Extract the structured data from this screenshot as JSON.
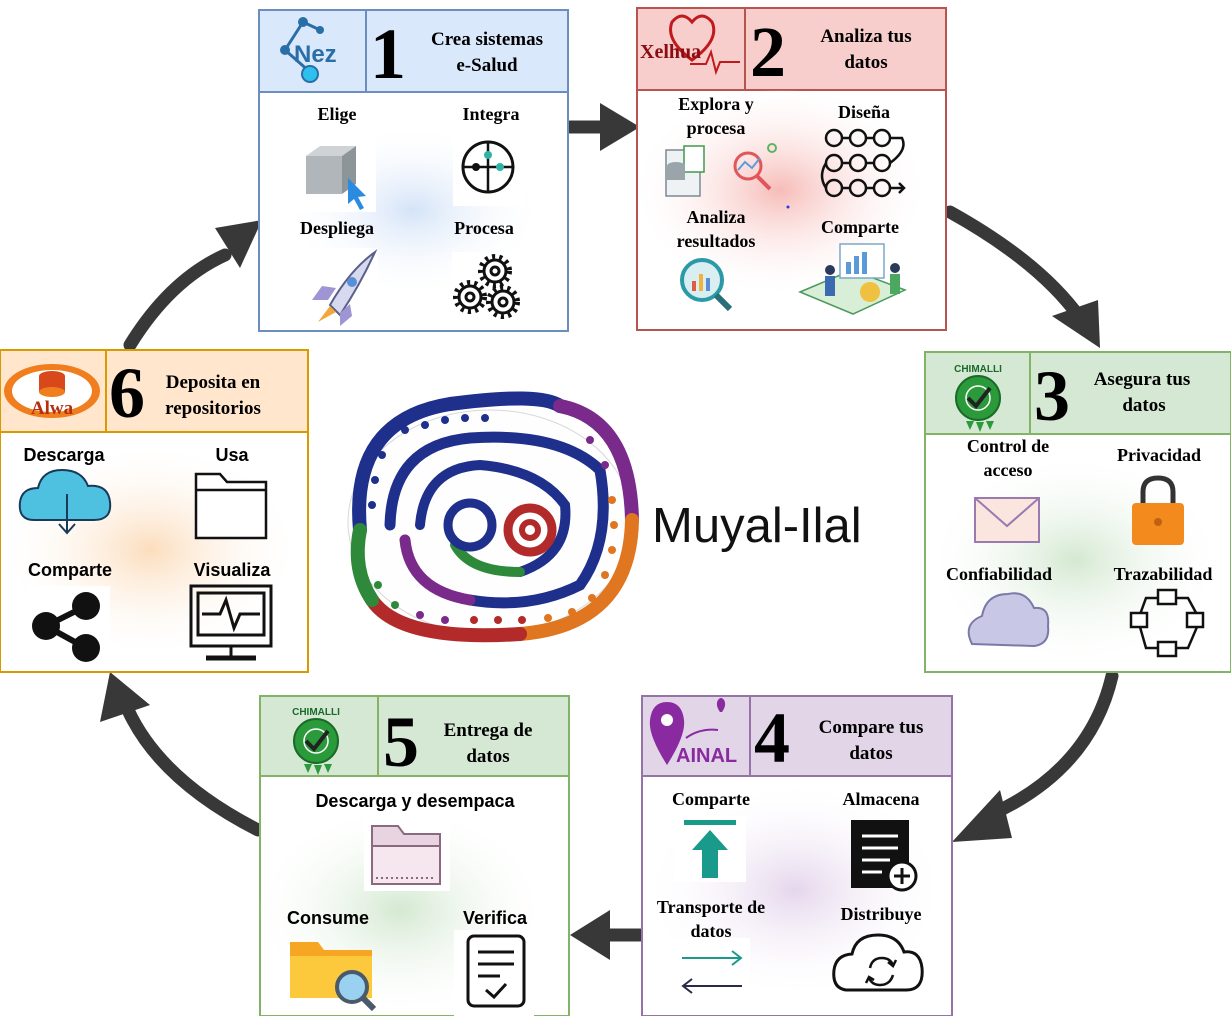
{
  "brand": {
    "name": "Muyal-Ilal"
  },
  "steps": [
    {
      "num": "1",
      "logo_text": "Nez",
      "title": [
        "Crea sistemas",
        "e-Salud"
      ],
      "color": "#dae8fc",
      "border": "#6c8ebf",
      "items": [
        {
          "label": [
            "Elige"
          ],
          "icon": "cube-cursor-icon"
        },
        {
          "label": [
            "Integra"
          ],
          "icon": "puzzle-icon"
        },
        {
          "label": [
            "Despliega"
          ],
          "icon": "rocket-icon"
        },
        {
          "label": [
            "Procesa"
          ],
          "icon": "gears-icon"
        }
      ]
    },
    {
      "num": "2",
      "logo_text": "Xelhua",
      "title": [
        "Analiza tus",
        "datos"
      ],
      "color": "#f8cecc",
      "border": "#b85450",
      "items": [
        {
          "label": [
            "Explora y",
            "procesa"
          ],
          "icon": "data-explore-icon"
        },
        {
          "label": [
            "Diseña"
          ],
          "icon": "workflow-icon"
        },
        {
          "label": [
            "Analiza",
            "resultados"
          ],
          "icon": "chart-magnifier-icon"
        },
        {
          "label": [
            "Comparte"
          ],
          "icon": "dashboard-people-icon"
        }
      ]
    },
    {
      "num": "3",
      "logo_text": "CHIMALLI",
      "title": [
        "Asegura tus",
        "datos"
      ],
      "color": "#d5e8d4",
      "border": "#82b366",
      "items": [
        {
          "label": [
            "Control de",
            "acceso"
          ],
          "icon": "envelope-icon"
        },
        {
          "label": [
            "Privacidad"
          ],
          "icon": "padlock-icon"
        },
        {
          "label": [
            "Confiabilidad"
          ],
          "icon": "cloud-icon"
        },
        {
          "label": [
            "Trazabilidad"
          ],
          "icon": "network-icon"
        }
      ]
    },
    {
      "num": "4",
      "logo_text": "AINAL",
      "title": [
        "Compare tus",
        "datos"
      ],
      "color": "#e1d5e7",
      "border": "#9673a6",
      "items": [
        {
          "label": [
            "Comparte"
          ],
          "icon": "upload-arrow-icon"
        },
        {
          "label": [
            "Almacena"
          ],
          "icon": "document-add-icon"
        },
        {
          "label": [
            "Transporte de",
            "datos"
          ],
          "icon": "transfer-arrows-icon"
        },
        {
          "label": [
            "Distribuye"
          ],
          "icon": "cloud-sync-icon"
        }
      ]
    },
    {
      "num": "5",
      "logo_text": "CHIMALLI",
      "title": [
        "Entrega de",
        "datos"
      ],
      "color": "#d5e8d4",
      "border": "#82b366",
      "items": [
        {
          "label": [
            "Descarga y desempaca"
          ],
          "icon": "folder-open-icon"
        },
        {
          "label": [
            "Consume"
          ],
          "icon": "folder-search-icon"
        },
        {
          "label": [
            "Verifica"
          ],
          "icon": "checklist-icon"
        }
      ]
    },
    {
      "num": "6",
      "logo_text": "Alwa",
      "title": [
        "Deposita en",
        "repositorios"
      ],
      "color": "#ffe6cc",
      "border": "#d79b00",
      "items": [
        {
          "label": [
            "Descarga"
          ],
          "icon": "cloud-download-icon"
        },
        {
          "label": [
            "Usa"
          ],
          "icon": "folder-icon"
        },
        {
          "label": [
            "Comparte"
          ],
          "icon": "share-icon"
        },
        {
          "label": [
            "Visualiza"
          ],
          "icon": "monitor-pulse-icon"
        }
      ]
    }
  ],
  "colors": {
    "arrow": "#383838"
  }
}
